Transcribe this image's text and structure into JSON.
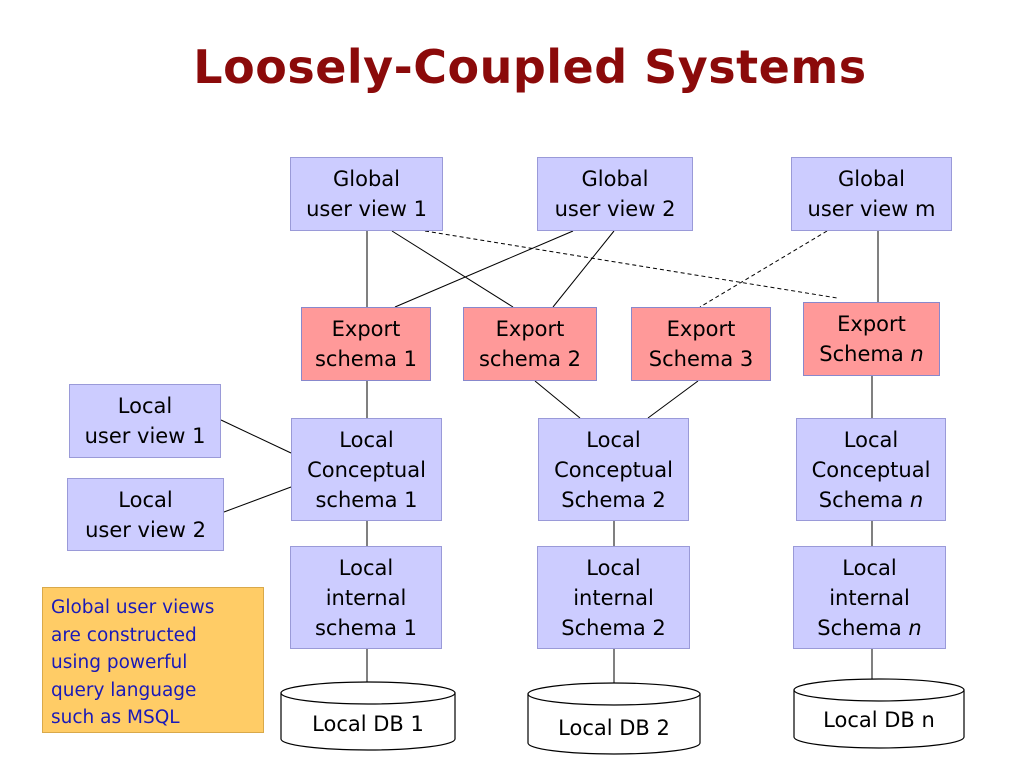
{
  "title": "Loosely-Coupled Systems",
  "global_views": [
    {
      "line1": "Global",
      "line2": "user view 1"
    },
    {
      "line1": "Global",
      "line2": "user view 2"
    },
    {
      "line1": "Global",
      "line2": "user view m"
    }
  ],
  "export_schemas": [
    {
      "line1": "Export",
      "line2": "schema 1",
      "italic": ""
    },
    {
      "line1": "Export",
      "line2": "schema 2",
      "italic": ""
    },
    {
      "line1": "Export",
      "line2": "Schema 3",
      "italic": ""
    },
    {
      "line1": "Export",
      "line2": "Schema ",
      "italic": "n"
    }
  ],
  "local_user_views": [
    {
      "line1": "Local",
      "line2": "user view 1"
    },
    {
      "line1": "Local",
      "line2": "user view 2"
    }
  ],
  "conceptual_schemas": [
    {
      "line1": "Local",
      "line2": "Conceptual",
      "line3": "schema 1",
      "italic": ""
    },
    {
      "line1": "Local",
      "line2": "Conceptual",
      "line3": "Schema 2",
      "italic": ""
    },
    {
      "line1": "Local",
      "line2": "Conceptual",
      "line3": "Schema ",
      "italic": "n"
    }
  ],
  "internal_schemas": [
    {
      "line1": "Local",
      "line2": "internal",
      "line3": "schema 1",
      "italic": ""
    },
    {
      "line1": "Local",
      "line2": "internal",
      "line3": "Schema 2",
      "italic": ""
    },
    {
      "line1": "Local",
      "line2": "internal",
      "line3": "Schema ",
      "italic": "n"
    }
  ],
  "databases": [
    "Local DB 1",
    "Local DB 2",
    "Local DB n"
  ],
  "note": {
    "lines": [
      "Global user views",
      "are constructed",
      "using powerful",
      "query language",
      "such as MSQL"
    ]
  },
  "colors": {
    "title": "#8B0A0A",
    "blue_box": "#CCCCFF",
    "export_box": "#FF9999",
    "note_bg": "#FFCC66",
    "note_text": "#1a1ab8"
  }
}
